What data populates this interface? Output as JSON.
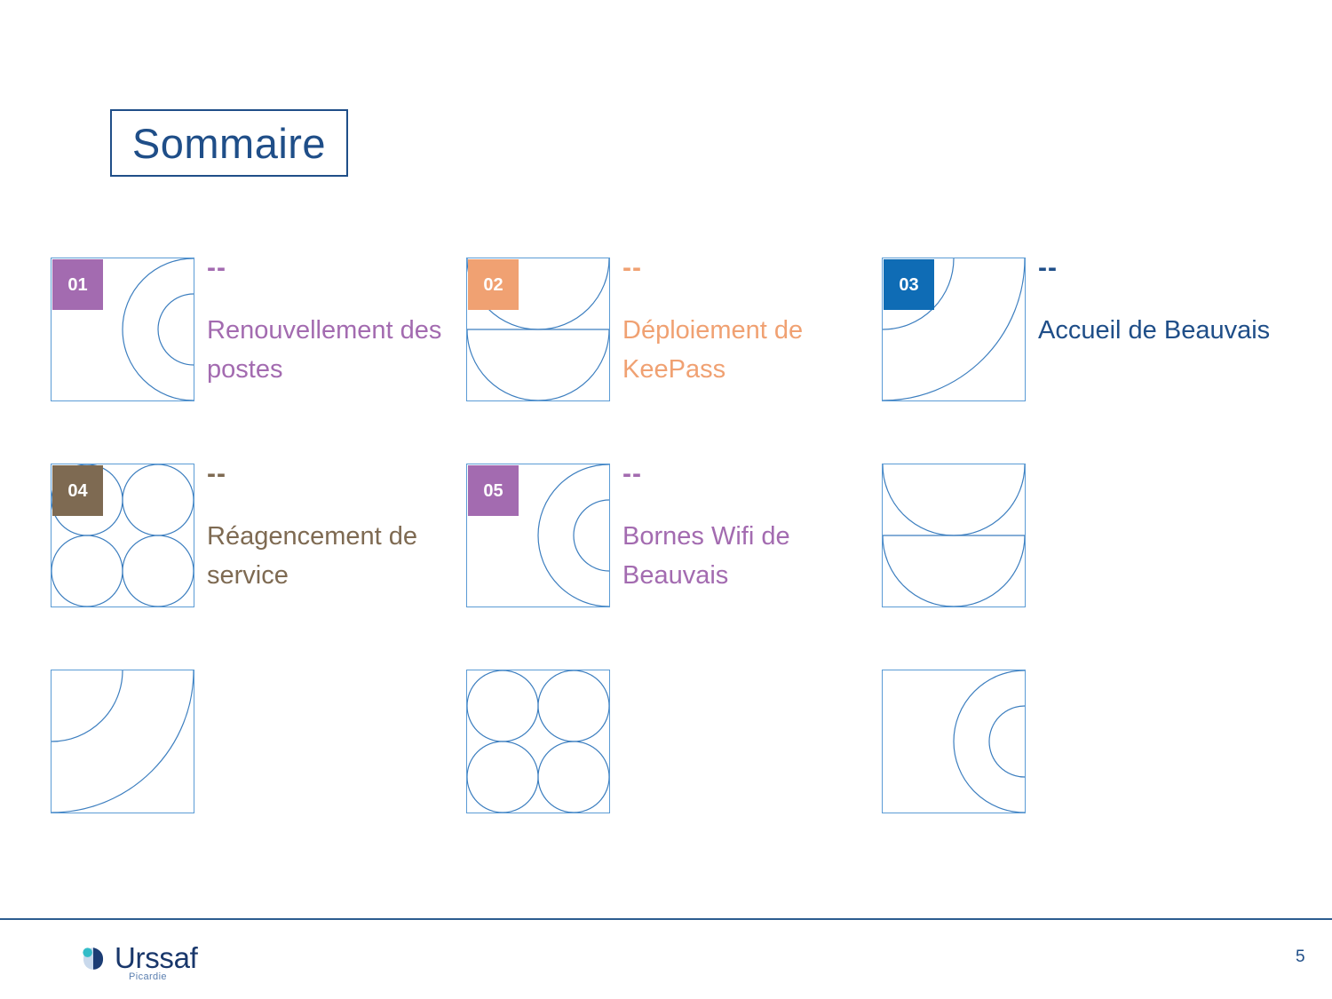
{
  "slide": {
    "title": "Sommaire",
    "page_number": "5",
    "colors": {
      "title_blue": "#1F4E88",
      "icon_stroke": "#3C7EBF",
      "icon_border": "#5B9BD5",
      "footer_rule": "#2C5C8F"
    }
  },
  "items": [
    {
      "number": "01",
      "dashes": "--",
      "title": "Renouvellement des postes",
      "accent": "#A36BB0",
      "badge_color": "#A36BB0",
      "icon": "concentric-semicircles-right"
    },
    {
      "number": "02",
      "dashes": "--",
      "title": "Déploiement de KeePass",
      "accent": "#F0A172",
      "badge_color": "#F0A172",
      "icon": "double-arch-down"
    },
    {
      "number": "03",
      "dashes": "--",
      "title": "Accueil de Beauvais",
      "accent": "#1F4E88",
      "badge_color": "#0F6CB5",
      "icon": "quarter-circles-topleft"
    },
    {
      "number": "04",
      "dashes": "--",
      "title": "Réagencement de service",
      "accent": "#7E6A52",
      "badge_color": "#7E6A52",
      "icon": "four-circles"
    },
    {
      "number": "05",
      "dashes": "--",
      "title": "Bornes Wifi de Beauvais",
      "accent": "#A36BB0",
      "badge_color": "#A36BB0",
      "icon": "concentric-semicircles-right"
    },
    {
      "number": "",
      "dashes": "",
      "title": "",
      "accent": "#3C7EBF",
      "badge_color": "",
      "icon": "double-arch-down"
    },
    {
      "number": "",
      "dashes": "",
      "title": "",
      "accent": "#3C7EBF",
      "badge_color": "",
      "icon": "quarter-circles-topleft"
    },
    {
      "number": "",
      "dashes": "",
      "title": "",
      "accent": "#3C7EBF",
      "badge_color": "",
      "icon": "four-circles"
    },
    {
      "number": "",
      "dashes": "",
      "title": "",
      "accent": "#3C7EBF",
      "badge_color": "",
      "icon": "concentric-semicircles-left"
    }
  ],
  "footer": {
    "logo_word": "Urssaf",
    "logo_sub": "Picardie",
    "logo_mark_name": "urssaf-leaf-logo"
  }
}
